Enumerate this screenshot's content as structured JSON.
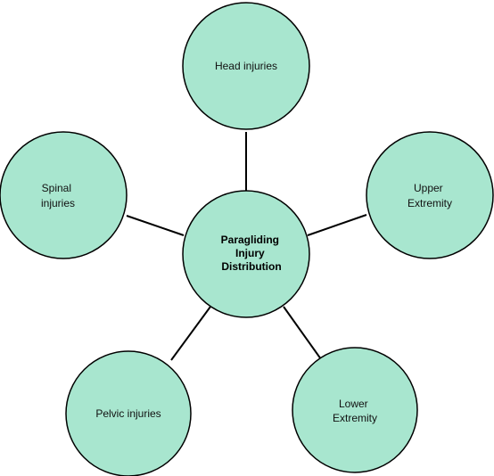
{
  "diagram": {
    "center": {
      "lines": [
        "Paragliding",
        "Injury",
        "Distribution"
      ]
    },
    "nodes": [
      {
        "id": "head",
        "lines": [
          "Head injuries"
        ]
      },
      {
        "id": "upper",
        "lines": [
          "Upper",
          "Extremity"
        ]
      },
      {
        "id": "lower",
        "lines": [
          "Lower",
          "Extremity"
        ]
      },
      {
        "id": "pelvic",
        "lines": [
          "Pelvic injuries"
        ]
      },
      {
        "id": "spinal",
        "lines": [
          "Spinal",
          "injuries"
        ]
      }
    ],
    "colors": {
      "node_fill": "#a8e6cf",
      "stroke": "#000000"
    }
  }
}
